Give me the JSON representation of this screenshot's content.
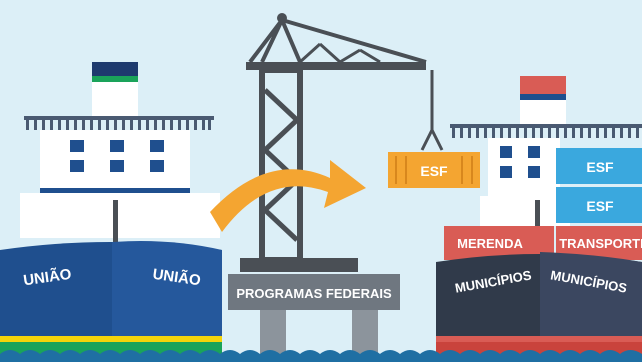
{
  "left_ship": {
    "hull_labels": [
      "UNIÃO",
      "UNIÃO"
    ]
  },
  "crane": {
    "platform_label": "PROGRAMAS FEDERAIS",
    "hanging_container_label": "ESF"
  },
  "right_ship": {
    "hull_labels": [
      "MUNICÍPIOS",
      "MUNICÍPIOS"
    ],
    "containers": {
      "top": "ESF",
      "middle": "ESF",
      "left_bottom": "MERENDA",
      "right_bottom": "TRANSPORTE"
    }
  },
  "colors": {
    "sky": "#dceff7",
    "hull_blue": "#1f4f8e",
    "hull_dark": "#303a4a",
    "crane_gray": "#4a4f55",
    "container_orange": "#f4a531",
    "container_blue": "#3aa8de",
    "container_red": "#d95c55",
    "water": "#1f6fa3",
    "green_stripe": "#1aa35a",
    "yellow_stripe": "#f4d40a"
  }
}
